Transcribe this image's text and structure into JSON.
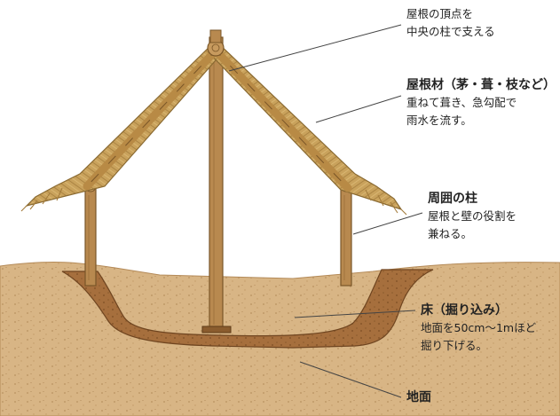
{
  "annotations": {
    "apex": {
      "line1": "屋根の頂点を",
      "line2": "中央の柱で支える"
    },
    "roof_material": {
      "title": "屋根材（茅・葺・枝など）",
      "line1": "重ねて葺き、急勾配で",
      "line2": "雨水を流す。"
    },
    "perimeter_posts": {
      "title": "周囲の柱",
      "line1": "屋根と壁の役割を",
      "line2": "兼ねる。"
    },
    "floor": {
      "title": "床（掘り込み）",
      "line1": "地面を50cm〜1mほど",
      "line2": "掘り下げる。"
    },
    "ground": {
      "title": "地面"
    }
  },
  "colors": {
    "thatch": "#c9a25c",
    "thatch_dark": "#8a6a32",
    "wood": "#b8894f",
    "wood_dark": "#7a5628",
    "soil": "#d8b585",
    "soil_dark": "#8a5c2e",
    "pit": "#a0693a",
    "leader_line": "#444444"
  }
}
